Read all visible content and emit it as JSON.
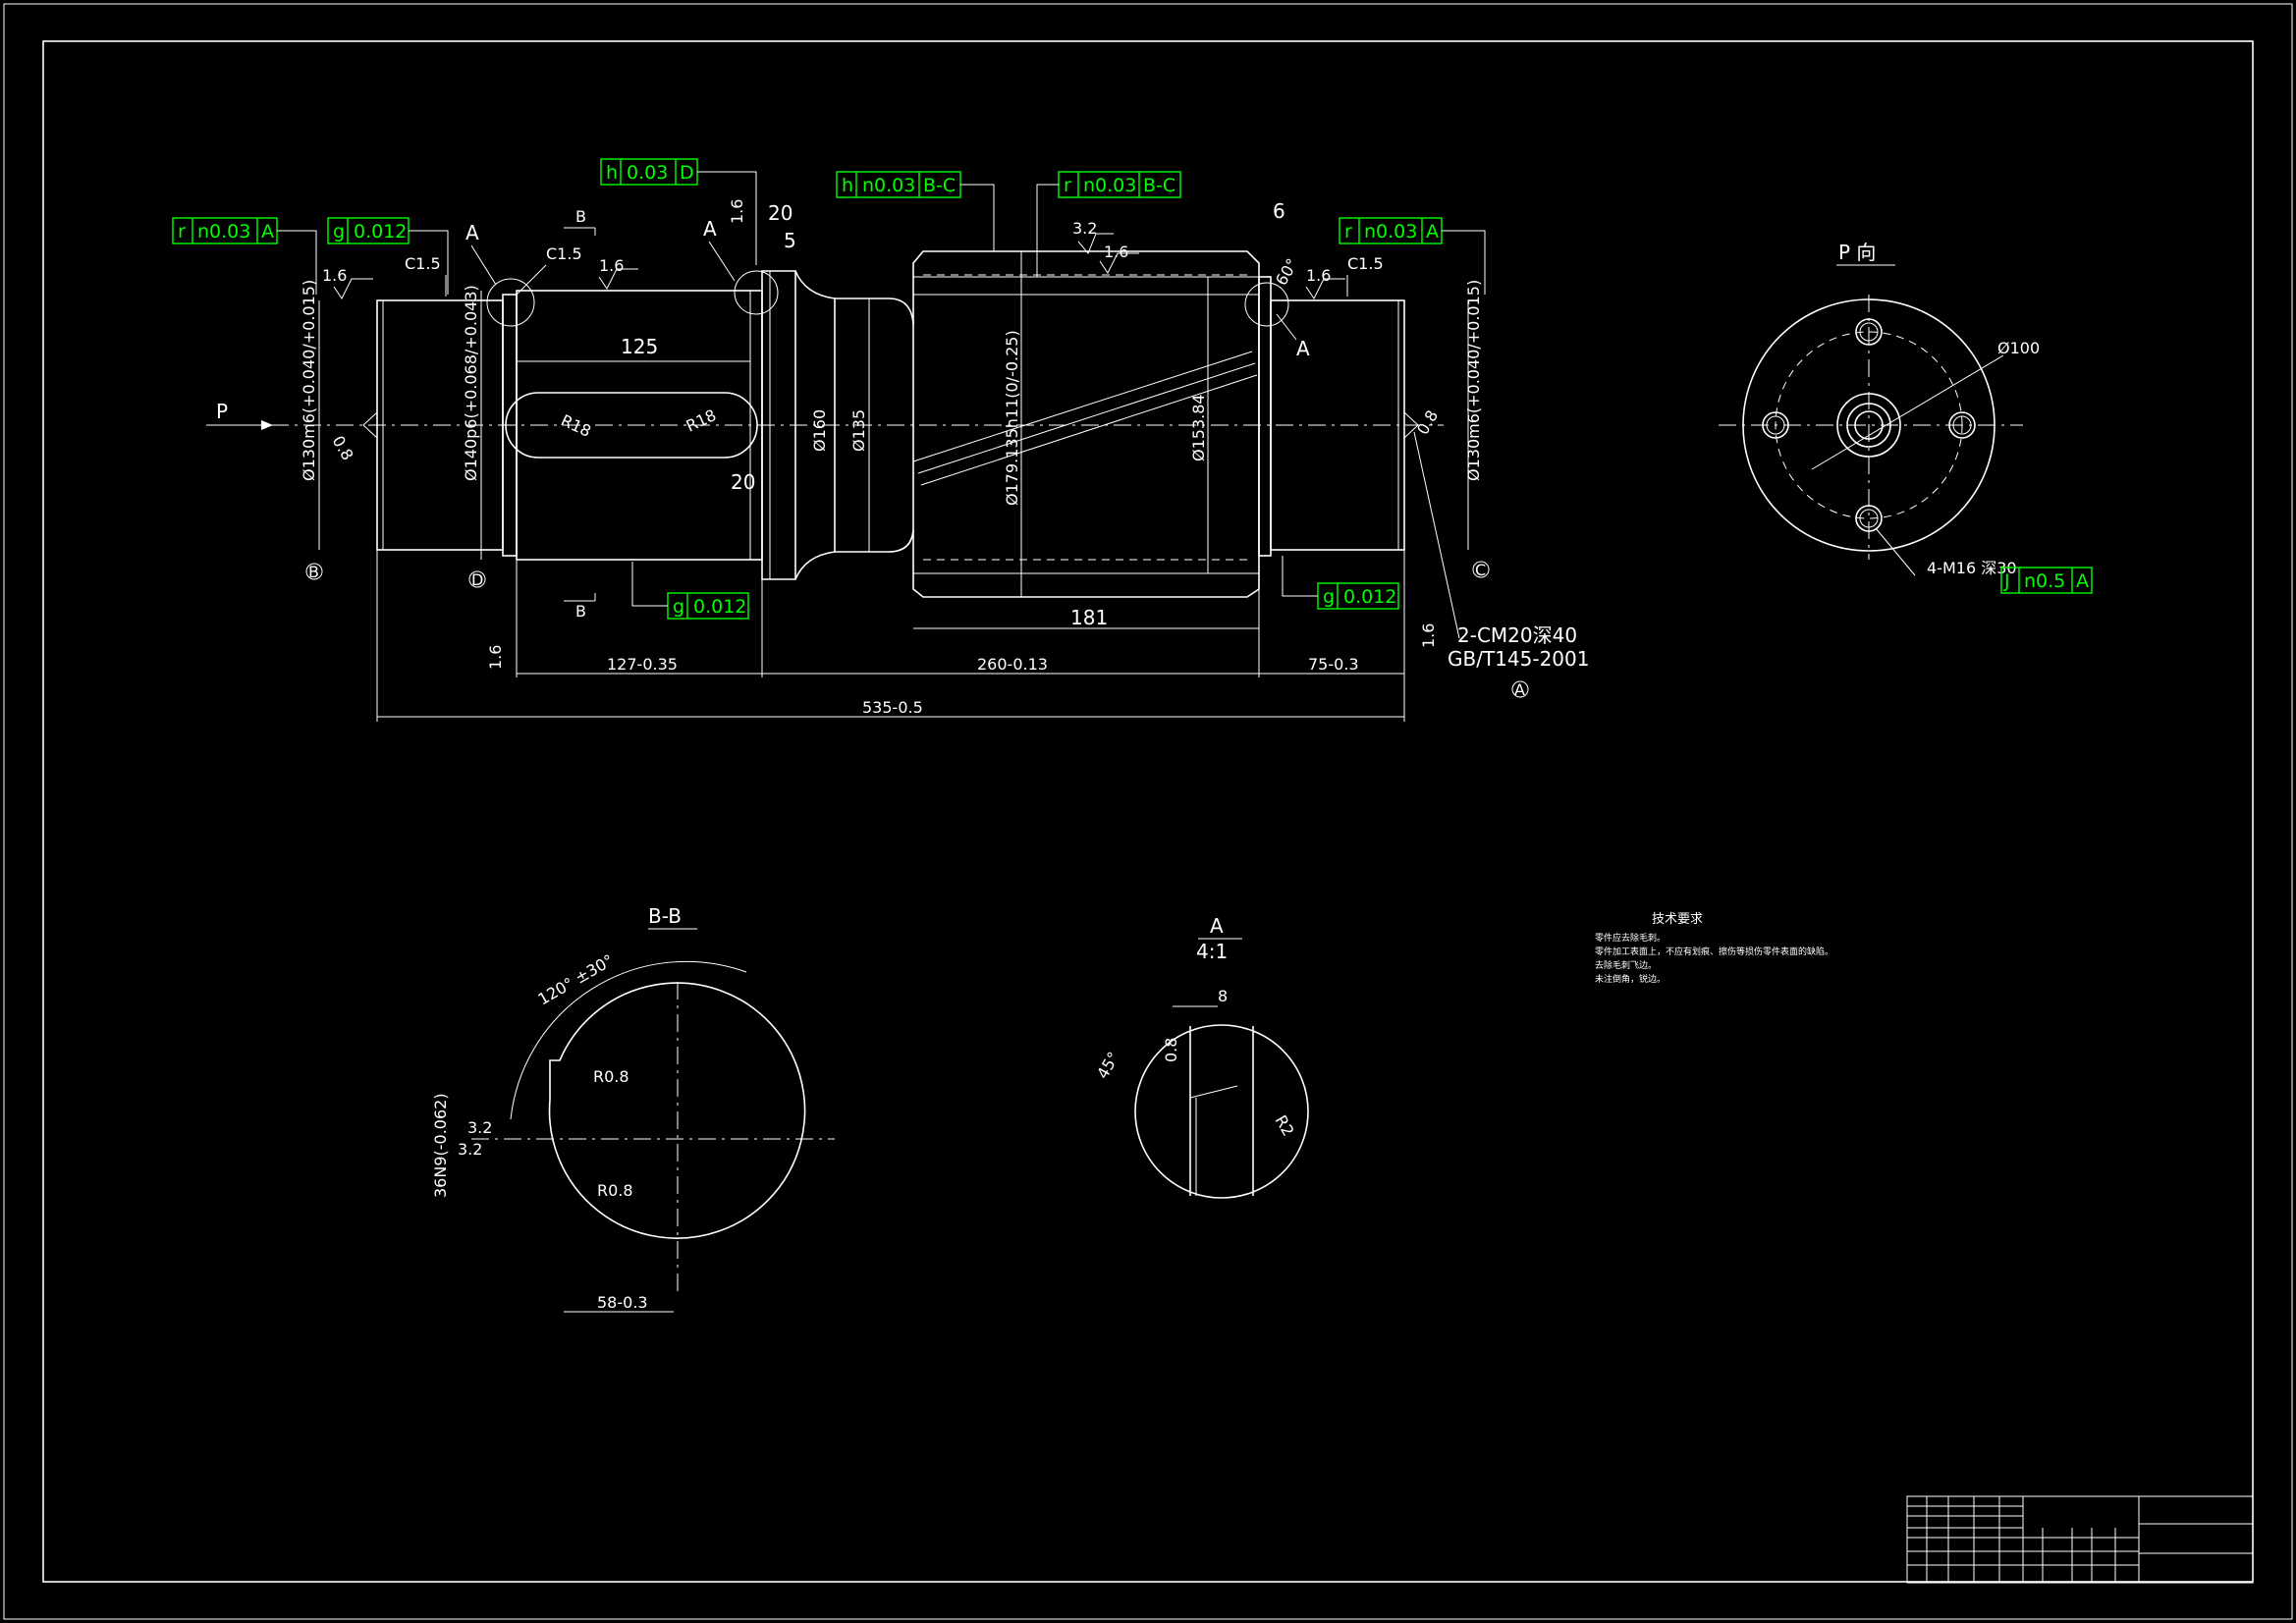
{
  "views": {
    "main": {
      "label_p": "P",
      "section_b": "B",
      "section_a": "A",
      "datums": [
        "B",
        "D",
        "C",
        "A"
      ],
      "chamfers": [
        "C1.5",
        "C1.5",
        "C1.5"
      ],
      "roughness": [
        "1.6",
        "1.6",
        "1.6",
        "1.6",
        "1.6",
        "1.6",
        "1.6",
        "3.2",
        "0.8",
        "0.8"
      ],
      "angle_60": "60°",
      "diameters": {
        "d130_left": "Ø130m6(+0.040/+0.015)",
        "d140": "Ø140p6(+0.068/+0.043)",
        "d160": "Ø160",
        "d135": "Ø135",
        "d179": "Ø179.135h11(0/-0.25)",
        "d153": "Ø153.84",
        "d130_right": "Ø130m6(+0.040/+0.015)"
      },
      "lengths": {
        "l125": "125",
        "l20_top": "20",
        "l5": "5",
        "l20_side": "20",
        "l6": "6",
        "l181": "181",
        "l127": "127-0.35",
        "l260": "260-0.13",
        "l75": "75-0.3",
        "l535": "535-0.5"
      },
      "radii": [
        "R18",
        "R18"
      ],
      "thread_note": "2-CM20深40",
      "standard_note": "GB/T145-2001",
      "fcf": [
        {
          "sym": "r",
          "tol": "n0.03",
          "datum": "A"
        },
        {
          "sym": "g",
          "tol": "0.012",
          "datum": ""
        },
        {
          "sym": "h",
          "tol": "0.03",
          "datum": "D"
        },
        {
          "sym": "h",
          "tol": "n0.03",
          "datum": "B-C"
        },
        {
          "sym": "r",
          "tol": "n0.03",
          "datum": "B-C"
        },
        {
          "sym": "r",
          "tol": "n0.03",
          "datum": "A"
        },
        {
          "sym": "g",
          "tol": "0.012",
          "datum": ""
        },
        {
          "sym": "g",
          "tol": "0.012",
          "datum": ""
        }
      ]
    },
    "p_view": {
      "title": "P 向",
      "d100": "Ø100",
      "holes": "4-M16 深30",
      "fcf": {
        "sym": "J",
        "tol": "n0.5",
        "datum": "A"
      }
    },
    "bb_view": {
      "title": "B-B",
      "angle": "120° ±30°",
      "r1": "R0.8",
      "r2": "R0.8",
      "rough1": "3.2",
      "rough2": "3.2",
      "width": "36N9(-0.062)",
      "depth": "58-0.3"
    },
    "a_view": {
      "title": "A",
      "scale": "4:1",
      "w8": "8",
      "a45": "45°",
      "d08": "0.8",
      "r2": "R2"
    }
  },
  "tech_req": {
    "title": "技术要求",
    "lines": [
      "零件应去除毛刺。",
      "零件加工表面上，不应有划痕、擦伤等损伤零件表面的缺陷。",
      "去除毛刺飞边。",
      "未注倒角，锐边。"
    ]
  },
  "colors": {
    "background": "#000000",
    "lines": "#ffffff",
    "tolerance": "#00ff00"
  }
}
